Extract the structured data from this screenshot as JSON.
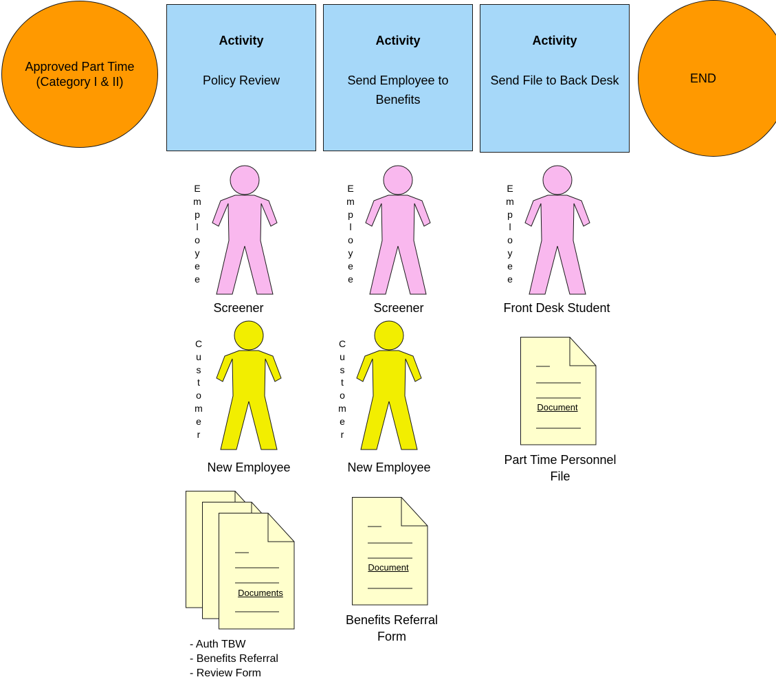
{
  "colors": {
    "terminator": "#FF9900",
    "activity": "#A6D8F9",
    "employee": "#F9B8EE",
    "customer": "#F2EE00",
    "document": "#FFFFCC",
    "stroke": "#1a1a1a"
  },
  "start": {
    "label": "Approved Part Time (Category I & II)"
  },
  "end": {
    "label": "END"
  },
  "activities": [
    {
      "header": "Activity",
      "name": "Policy Review"
    },
    {
      "header": "Activity",
      "name": "Send Employee to Benefits"
    },
    {
      "header": "Activity",
      "name": "Send File to Back Desk"
    }
  ],
  "employees": [
    {
      "role": "Employee",
      "name": "Screener"
    },
    {
      "role": "Employee",
      "name": "Screener"
    },
    {
      "role": "Employee",
      "name": "Front Desk Student"
    }
  ],
  "customers": [
    {
      "role": "Customer",
      "name": "New Employee"
    },
    {
      "role": "Customer",
      "name": "New Employee"
    }
  ],
  "documents": [
    {
      "icon": "documents-stack-icon",
      "word": "Documents",
      "items": [
        "- Auth TBW",
        "- Benefits Referral",
        "- Review Form"
      ]
    },
    {
      "icon": "document-icon",
      "word": "Document",
      "label": "Benefits Referral Form"
    },
    {
      "icon": "document-icon",
      "word": "Document",
      "label": "Part Time Personnel File"
    }
  ]
}
